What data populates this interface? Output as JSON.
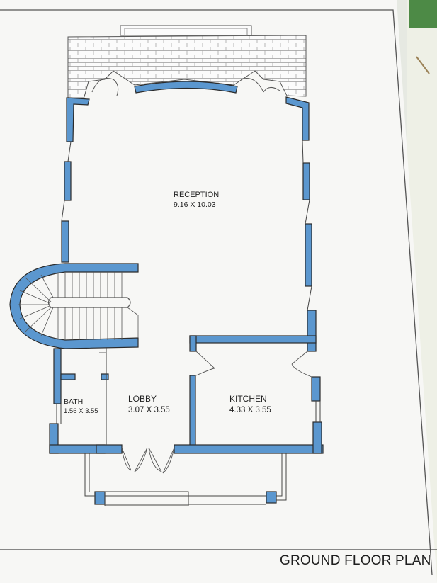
{
  "drawing": {
    "title": "GROUND FLOOR PLAN",
    "wall_color": "#5b97cf",
    "line_color": "#2b2b2b",
    "paper_color": "#f7f7f5"
  },
  "rooms": [
    {
      "id": "reception",
      "name": "RECEPTION",
      "size": "9.16 X 10.03"
    },
    {
      "id": "bath",
      "name": "BATH",
      "size": "1.56 X 3.55"
    },
    {
      "id": "lobby",
      "name": "LOBBY",
      "size": "3.07 X 3.55"
    },
    {
      "id": "kitchen",
      "name": "KITCHEN",
      "size": "4.33 X 3.55"
    }
  ]
}
